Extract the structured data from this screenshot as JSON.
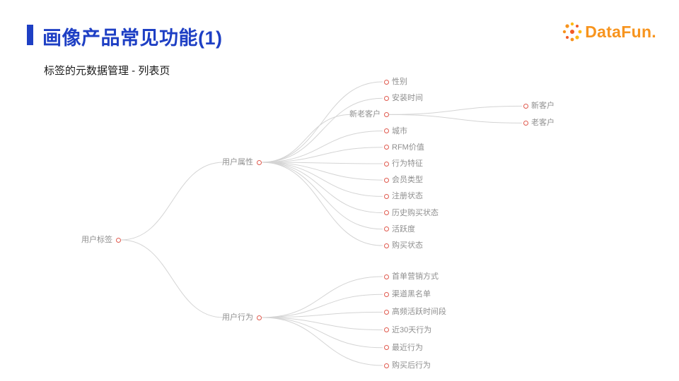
{
  "slide": {
    "title": "画像产品常见功能(1)",
    "subtitle": "标签的元数据管理 - 列表页",
    "logo_text": "DataFun.",
    "accent_blue": "#1e3fc4",
    "logo_orange": "#F7941E"
  },
  "mindmap": {
    "node_color": "#e05a4e",
    "edge_color": "#d4d4d4",
    "root": {
      "label": "用户标签"
    },
    "branches": [
      {
        "label": "用户属性",
        "children": [
          {
            "label": "性别"
          },
          {
            "label": "安装时间"
          },
          {
            "label": "新老客户",
            "children": [
              {
                "label": "新客户"
              },
              {
                "label": "老客户"
              }
            ]
          },
          {
            "label": "城市"
          },
          {
            "label": "RFM价值"
          },
          {
            "label": "行为特征"
          },
          {
            "label": "会员类型"
          },
          {
            "label": "注册状态"
          },
          {
            "label": "历史购买状态"
          },
          {
            "label": "活跃度"
          },
          {
            "label": "购买状态"
          }
        ]
      },
      {
        "label": "用户行为",
        "children": [
          {
            "label": "首单营销方式"
          },
          {
            "label": "渠道黑名单"
          },
          {
            "label": "高频活跃时间段"
          },
          {
            "label": "近30天行为"
          },
          {
            "label": "最近行为"
          },
          {
            "label": "购买后行为"
          }
        ]
      }
    ]
  }
}
